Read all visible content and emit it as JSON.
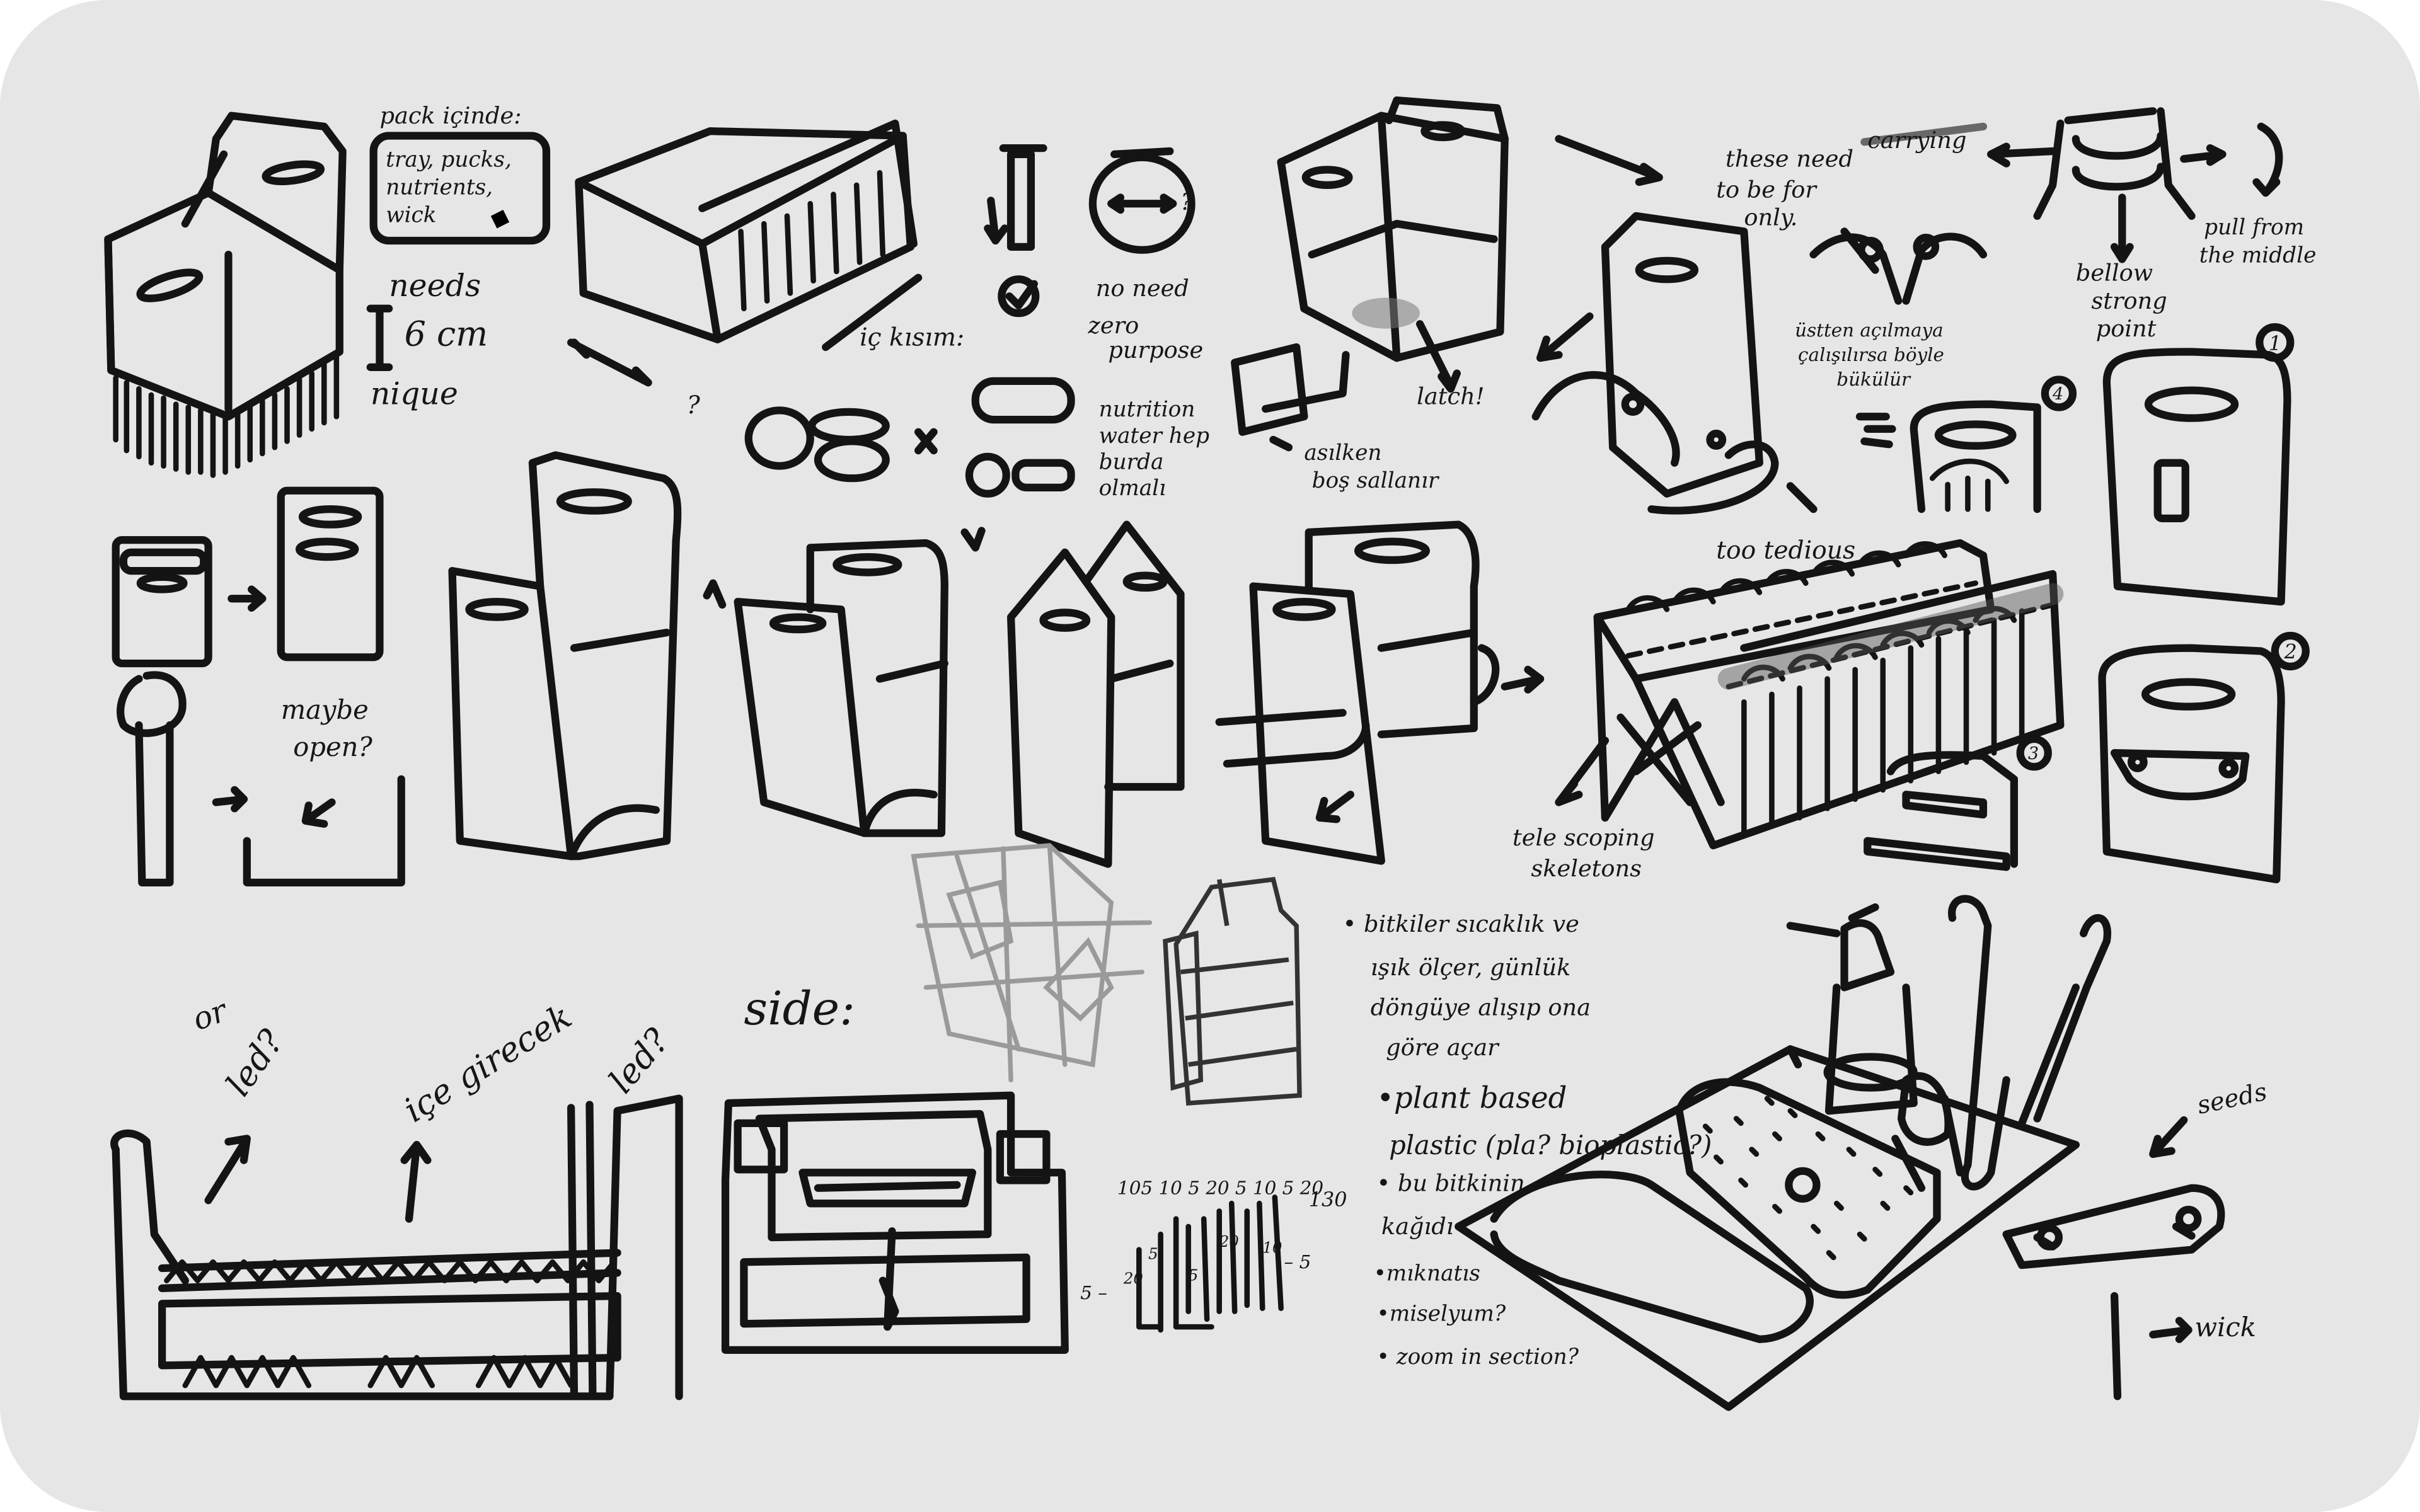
{
  "notes": {
    "pack_title": "pack içinde:",
    "pack_items": [
      "tray, pucks,",
      "nutrients,",
      "wick"
    ],
    "needs": "needs",
    "six_cm": "6 cm",
    "nique": "nique",
    "q_mark": "?",
    "ic_kisim": "iç kısım:",
    "no_need": "no need",
    "zero_purpose": [
      "zero",
      "purpose"
    ],
    "nutrition": [
      "nutrition",
      "water hep",
      "burda",
      "olmalı"
    ],
    "asilken": [
      "asılken",
      "boş sallanır"
    ],
    "latch": "latch!",
    "these_need": [
      "these need",
      "to be for",
      "only."
    ],
    "carrying": "carrying",
    "pull_from": [
      "pull from",
      "the middle"
    ],
    "bellow": [
      "bellow",
      "strong",
      "point"
    ],
    "ustten": [
      "üstten açılmaya",
      "çalışılırsa böyle",
      "bükülür"
    ],
    "too_tedious": "too tedious",
    "maybe_open": [
      "maybe",
      "open?"
    ],
    "telescoping": [
      "tele scoping",
      "skeletons"
    ],
    "num_1": "1",
    "num_2": "2",
    "num_3": "3",
    "num_4": "4",
    "or_led": [
      "or",
      "led?"
    ],
    "ic_led": [
      "içe girecek",
      "led?"
    ],
    "side": "side:",
    "bullets": [
      "• bitkiler sıcaklık ve",
      "ışık ölçer, günlük",
      "döngüye alışıp ona",
      "göre açar",
      "•plant based",
      "plastic (pla? bioplastic?)",
      "• bu bitkinin",
      "kağıdı",
      "•mıknatıs",
      "•miselyum?",
      "• zoom in section?"
    ],
    "dims_top": "105 10 5 20 5 10 5 20",
    "dim_130": "130",
    "dims_side": [
      "5 –",
      "20",
      "5",
      "5",
      "20",
      "10",
      "– 5"
    ],
    "seeds": "seeds",
    "wick": "wick"
  },
  "colors": {
    "board": "#e6e6e6",
    "ink": "#141414",
    "pencil": "#9a9a9a"
  }
}
